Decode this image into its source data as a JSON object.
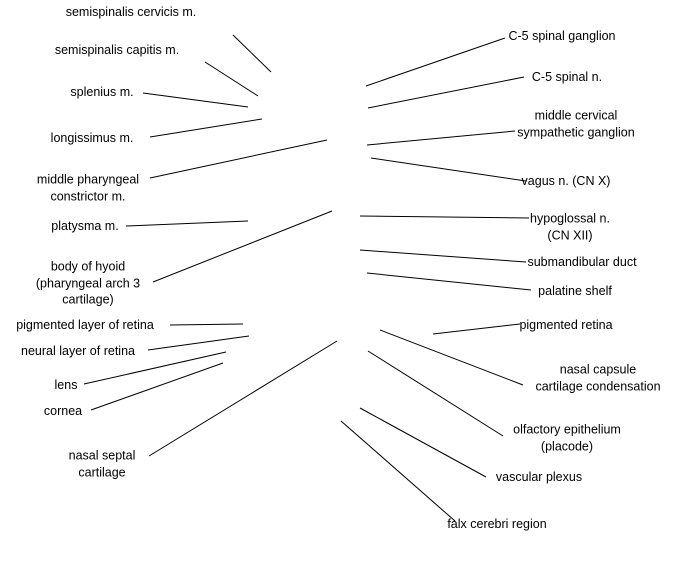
{
  "left_labels": {
    "semispinalis_cervicis": "semispinalis cervicis m.",
    "semispinalis_capitis": "semispinalis capitis m.",
    "splenius": "splenius m.",
    "longissimus": "longissimus m.",
    "middle_pharyngeal": [
      "middle pharyngeal",
      "constrictor m."
    ],
    "platysma": "platysma m.",
    "body_of_hyoid": [
      "body of hyoid",
      "(pharyngeal arch 3",
      "cartilage)"
    ],
    "pigmented_layer_retina": "pigmented layer of retina",
    "neural_layer_retina": "neural layer of retina",
    "lens": "lens",
    "cornea": "cornea",
    "nasal_septal_cartilage": [
      "nasal septal",
      "cartilage"
    ]
  },
  "right_labels": {
    "c5_spinal_ganglion": "C-5 spinal ganglion",
    "c5_spinal_nerve": "C-5 spinal n.",
    "middle_cervical_sympathetic": [
      "middle cervical",
      "sympathetic ganglion"
    ],
    "vagus": "vagus n. (CN X)",
    "hypoglossal": [
      "hypoglossal n.",
      "(CN XII)"
    ],
    "submandibular_duct": "submandibular duct",
    "palatine_shelf": "palatine shelf",
    "pigmented_retina": "pigmented retina",
    "nasal_capsule": [
      "nasal capsule",
      "cartilage condensation"
    ],
    "olfactory_epithelium": [
      "olfactory epithelium",
      "(placode)"
    ],
    "vascular_plexus": "vascular plexus",
    "falx_cerebri": "falx cerebri region"
  },
  "colors": {
    "line": "#000000",
    "text": "#000000",
    "background": "#ffffff"
  }
}
